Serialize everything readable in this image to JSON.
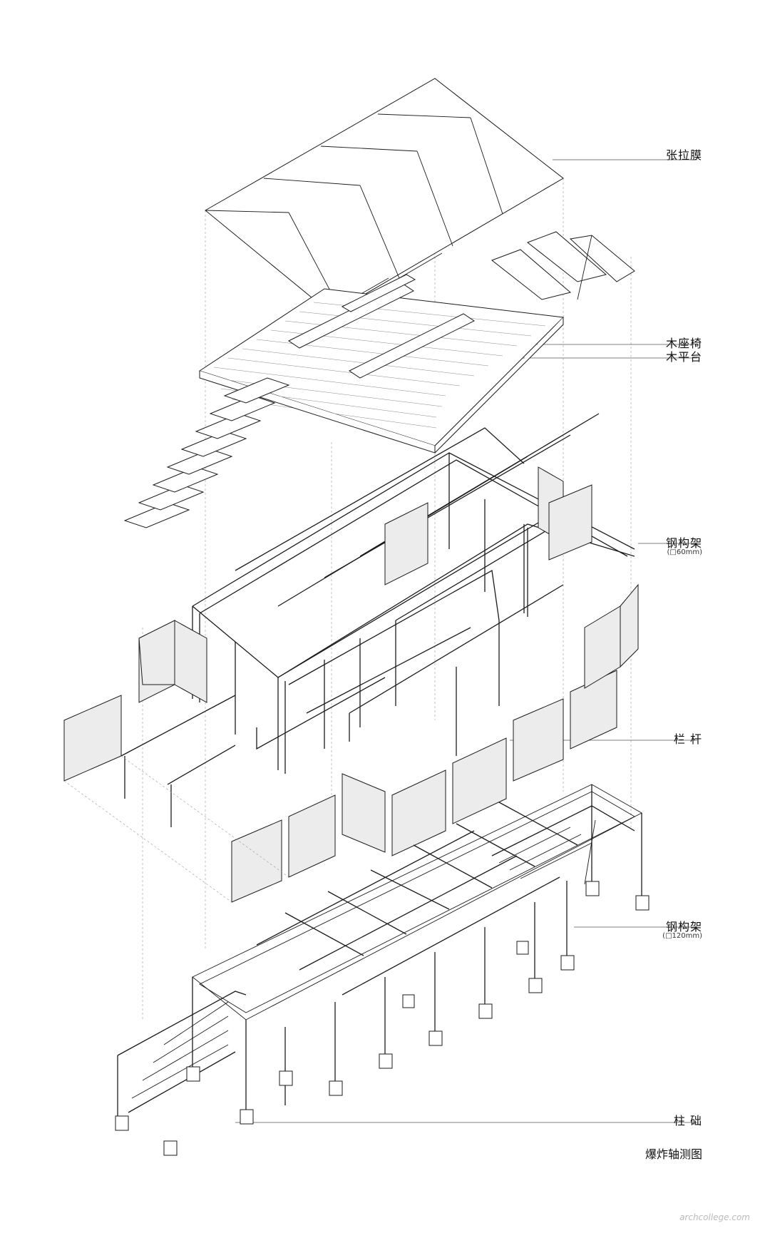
{
  "labels": {
    "membrane": "张拉膜",
    "bench": "木座椅",
    "deck": "木平台",
    "steel_upper": "钢构架",
    "steel_upper_spec": "(□60mm)",
    "railing": "栏 杆",
    "steel_lower": "钢构架",
    "steel_lower_spec": "(□120mm)",
    "footing": "柱 础"
  },
  "caption": "爆炸轴测图",
  "watermark": "archcollege.com"
}
